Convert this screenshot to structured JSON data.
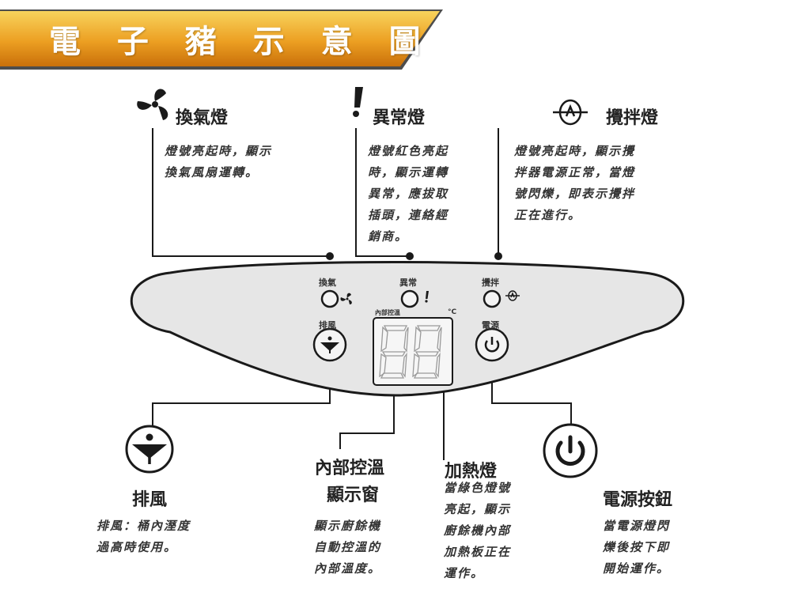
{
  "header": {
    "title": "電 子 豬 示 意 圖"
  },
  "callouts": {
    "fan_light": {
      "title": "換氣燈",
      "desc": "燈號亮起時，顯示\n換氣風扇運轉。"
    },
    "error_light": {
      "title": "異常燈",
      "desc": "燈號紅色亮起\n時，顯示運轉\n異常，應拔取\n插頭，連絡經\n銷商。"
    },
    "stir_light": {
      "title": "攪拌燈",
      "desc": "燈號亮起時，顯示攪\n拌器電源正常，當燈\n號閃爍，即表示攪拌\n正在進行。"
    },
    "exhaust": {
      "title": "排風",
      "desc": "排風：桶內溼度\n過高時使用。"
    },
    "temp_display": {
      "title_line1": "內部控溫",
      "title_line2": "顯示窗",
      "desc": "顯示廚餘機\n自動控溫的\n內部溫度。"
    },
    "heat_light": {
      "title": "加熱燈",
      "desc": "當綠色燈號\n亮起，顯示\n廚餘機內部\n加熱板正在\n運作。"
    },
    "power_button": {
      "title": "電源按鈕",
      "desc": "當電源燈閃\n爍後按下即\n開始運作。"
    }
  },
  "panel": {
    "fan_label": "換氣",
    "error_label": "異常",
    "stir_label": "攪拌",
    "exhaust_label": "排風",
    "temp_label": "內部控溫",
    "unit_label": "°C",
    "power_label": "電源",
    "display_value": "88"
  },
  "colors": {
    "banner_gradient_top": "#f6c84a",
    "banner_gradient_bottom": "#d07a0c",
    "banner_dark": "#4a4a4a",
    "panel_fill": "#e4e4e4",
    "line": "#1a1a1a"
  }
}
